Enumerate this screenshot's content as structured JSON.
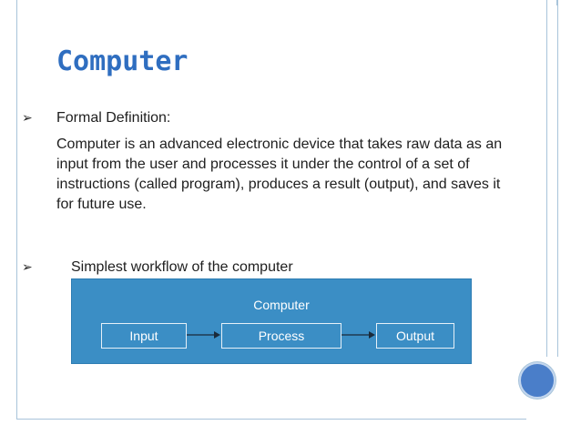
{
  "slide": {
    "title": "Computer",
    "bullets": [
      {
        "label": "Formal Definition:"
      },
      {
        "label": "Simplest workflow of the computer"
      }
    ],
    "definition": "Computer is an advanced electronic device that takes raw data as an input from the user and processes it under the control of a set of instructions (called program), produces a result (output), and saves it for future use."
  },
  "diagram": {
    "title": "Computer",
    "steps": [
      "Input",
      "Process",
      "Output"
    ],
    "background_color": "#3b8ec5"
  },
  "icons": {
    "bullet": "arrow-bullet-icon",
    "decoration": "blue-circle-icon"
  },
  "colors": {
    "title": "#2f6ec0",
    "accent_circle": "#4a7ec9",
    "frame": "#a8c4da"
  }
}
